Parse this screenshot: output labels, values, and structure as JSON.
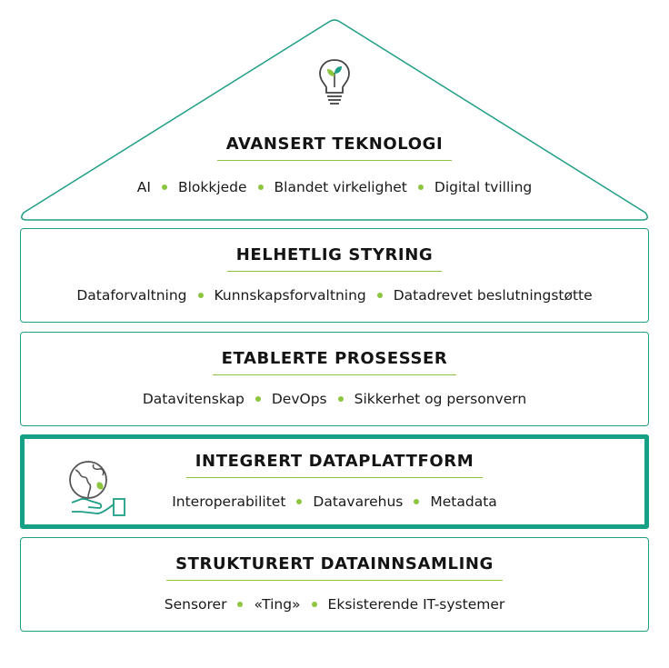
{
  "colors": {
    "accent_teal": "#1f9e86",
    "accent_green": "#8cc63f",
    "highlight_border": "#16a085",
    "text": "#1a1a1a"
  },
  "roof": {
    "icon": "lightbulb-plant-icon",
    "title": "AVANSERT TEKNOLOGI",
    "items": [
      "AI",
      "Blokkjede",
      "Blandet virkelighet",
      "Digital tvilling"
    ]
  },
  "layers": [
    {
      "title": "HELHETLIG STYRING",
      "items": [
        "Dataforvaltning",
        "Kunnskapsforvaltning",
        "Datadrevet beslutningstøtte"
      ]
    },
    {
      "title": "ETABLERTE PROSESSER",
      "items": [
        "Datavitenskap",
        "DevOps",
        "Sikkerhet og personvern"
      ]
    },
    {
      "title": "INTEGRERT DATAPLATTFORM",
      "icon": "globe-hand-icon",
      "highlighted": true,
      "items": [
        "Interoperabilitet",
        "Datavarehus",
        "Metadata"
      ]
    },
    {
      "title": "STRUKTURERT DATAINNSAMLING",
      "items": [
        "Sensorer",
        "«Ting»",
        "Eksisterende IT-systemer"
      ]
    }
  ]
}
